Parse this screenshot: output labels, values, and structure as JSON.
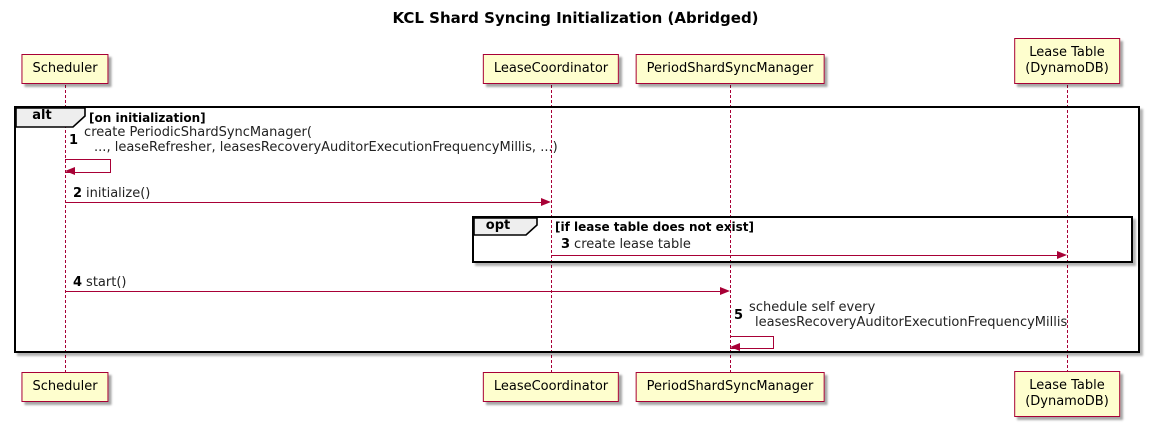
{
  "title": "KCL Shard Syncing Initialization (Abridged)",
  "participants": {
    "scheduler": {
      "label": "Scheduler"
    },
    "lease_coordinator": {
      "label": "LeaseCoordinator"
    },
    "period_shard_sync_manager": {
      "label": "PeriodShardSyncManager"
    },
    "lease_table": {
      "label": "Lease Table",
      "sublabel": "(DynamoDB)"
    }
  },
  "frames": {
    "alt": {
      "keyword": "alt",
      "condition": "[on initialization]"
    },
    "opt": {
      "keyword": "opt",
      "condition": "[if lease table does not exist]"
    }
  },
  "messages": {
    "m1": {
      "num": "1",
      "line1": "create PeriodicShardSyncManager(",
      "line2": "..., leaseRefresher, leasesRecoveryAuditorExecutionFrequencyMillis, ...)"
    },
    "m2": {
      "num": "2",
      "text": "initialize()"
    },
    "m3": {
      "num": "3",
      "text": "create lease table"
    },
    "m4": {
      "num": "4",
      "text": "start()"
    },
    "m5": {
      "num": "5",
      "line1": "schedule self every",
      "line2": "leasesRecoveryAuditorExecutionFrequencyMillis"
    }
  },
  "colors": {
    "participant_fill": "#FEFECE",
    "participant_border": "#A80036",
    "lifeline": "#A80036",
    "arrow": "#A80036",
    "frame_border": "#000000",
    "tab_fill": "#EEEEEE",
    "background": "#FFFFFF"
  }
}
